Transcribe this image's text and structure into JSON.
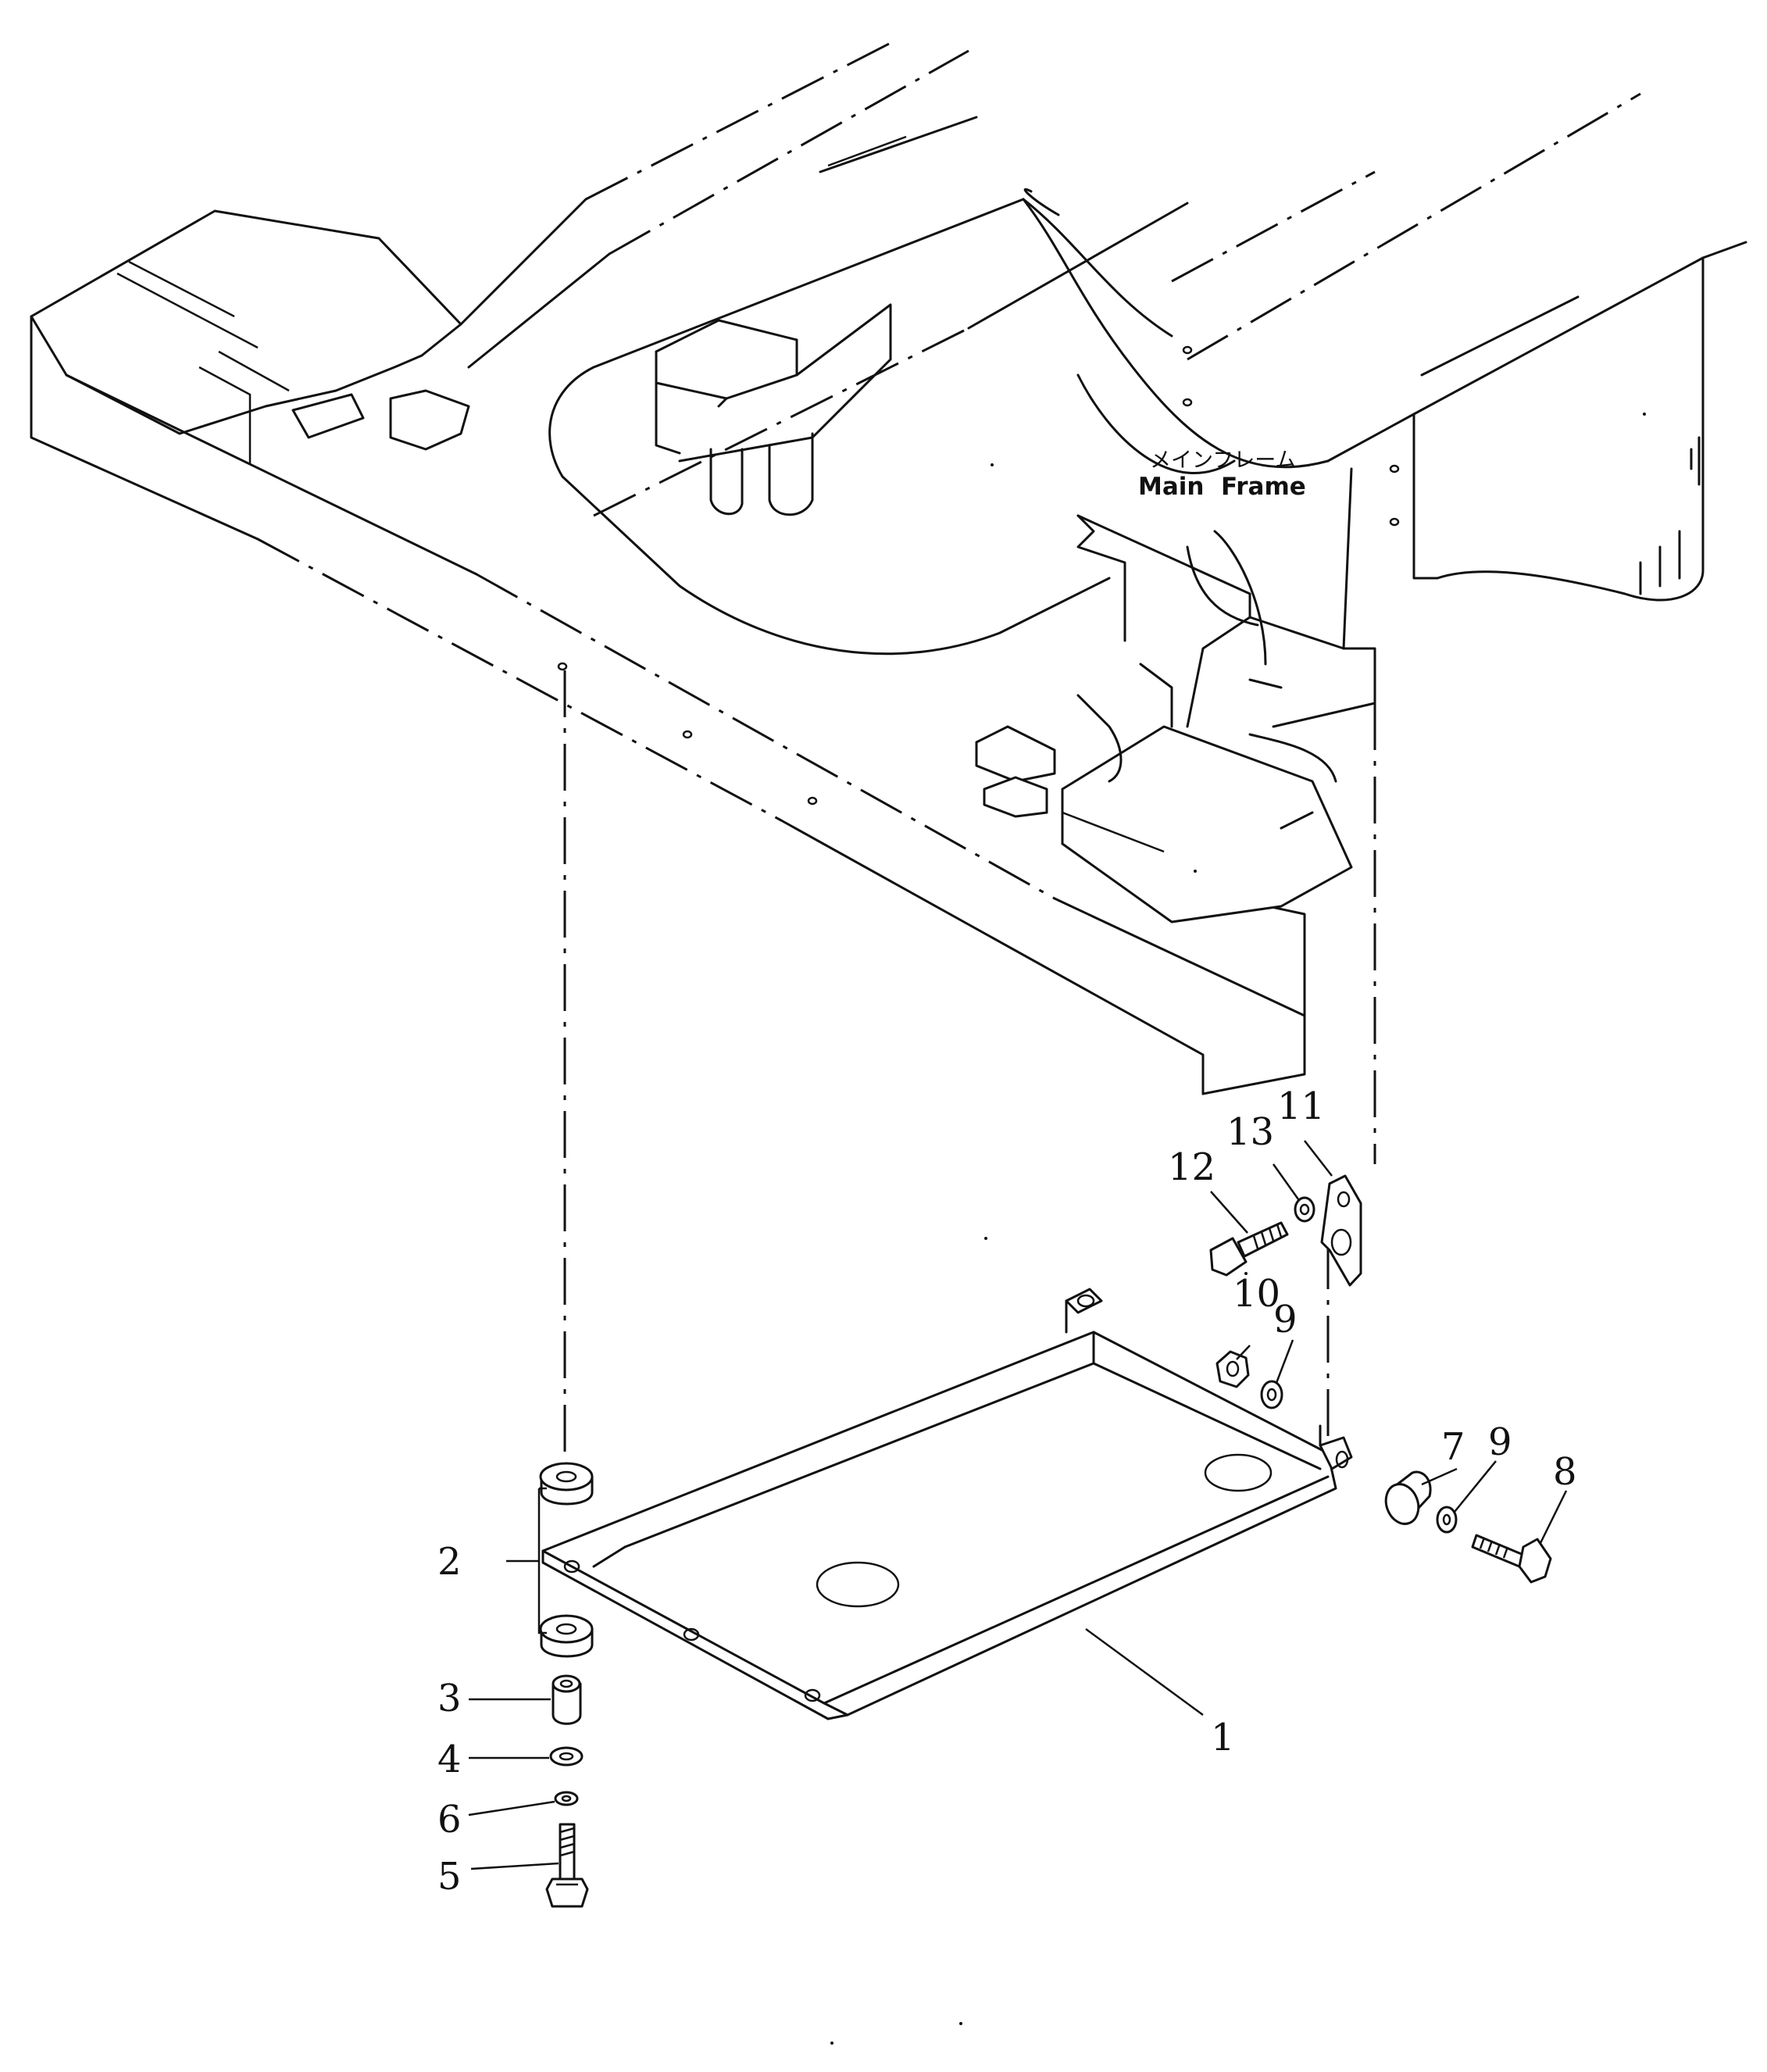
{
  "frame_label": {
    "jp": "メインフレーム",
    "en": "Main  Frame"
  },
  "callouts": [
    {
      "id": "c1",
      "label": "1"
    },
    {
      "id": "c2",
      "label": "2"
    },
    {
      "id": "c3",
      "label": "3"
    },
    {
      "id": "c4",
      "label": "4"
    },
    {
      "id": "c5",
      "label": "5"
    },
    {
      "id": "c6",
      "label": "6"
    },
    {
      "id": "c7",
      "label": "7"
    },
    {
      "id": "c8",
      "label": "8"
    },
    {
      "id": "c9a",
      "label": "9"
    },
    {
      "id": "c9b",
      "label": "9"
    },
    {
      "id": "c10",
      "label": "10"
    },
    {
      "id": "c11",
      "label": "11"
    },
    {
      "id": "c12",
      "label": "12"
    },
    {
      "id": "c13",
      "label": "13"
    }
  ]
}
